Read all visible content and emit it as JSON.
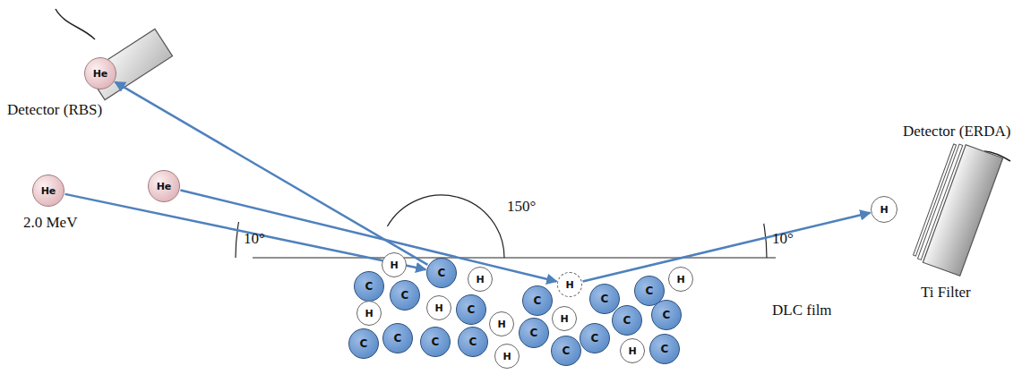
{
  "diagram": {
    "nodes": [
      {
        "text": [
          "He"
        ]
      },
      {
        "text": [
          "H"
        ]
      },
      {
        "text": [
          "He"
        ]
      },
      {
        "text": [
          "He"
        ]
      },
      {
        "text": [
          "C"
        ]
      },
      {
        "text": [
          "H"
        ]
      },
      {
        "text": [
          "C"
        ]
      },
      {
        "text": [
          "C"
        ]
      },
      {
        "text": [
          "H"
        ]
      },
      {
        "text": [
          "C"
        ]
      },
      {
        "text": [
          "H"
        ]
      },
      {
        "text": [
          "C"
        ]
      },
      {
        "text": [
          "C"
        ]
      },
      {
        "text": [
          "H"
        ]
      },
      {
        "text": [
          "H"
        ]
      },
      {
        "text": [
          "H"
        ]
      },
      {
        "text": [
          "C"
        ]
      },
      {
        "text": [
          "H"
        ]
      },
      {
        "text": [
          "C"
        ]
      },
      {
        "text": [
          "H"
        ]
      },
      {
        "text": [
          "C"
        ]
      },
      {
        "text": [
          "C"
        ]
      },
      {
        "text": [
          "C"
        ]
      },
      {
        "text": [
          "C"
        ]
      },
      {
        "text": [
          "C"
        ]
      },
      {
        "text": [
          "C"
        ]
      },
      {
        "text": [
          "H"
        ]
      },
      {
        "text": [
          "C"
        ]
      },
      {
        "text": [
          "C"
        ]
      },
      {
        "text": [
          "H"
        ]
      },
      {
        "text": [
          "C"
        ]
      }
    ],
    "edges": [
      {
        "from": 2,
        "to": 7,
        "arrow": "to"
      },
      {
        "from": 7,
        "to": 0,
        "arrow": "to"
      },
      {
        "from": 3,
        "to": 10,
        "arrow": "to"
      },
      {
        "from": 10,
        "to": 1,
        "arrow": "to"
      }
    ],
    "labels": [
      "Detector (RBS)",
      "Detector (ERDA)",
      "2.0 MeV",
      "10°",
      "150°",
      "10°",
      "Ti Filter",
      "DLC film"
    ]
  }
}
